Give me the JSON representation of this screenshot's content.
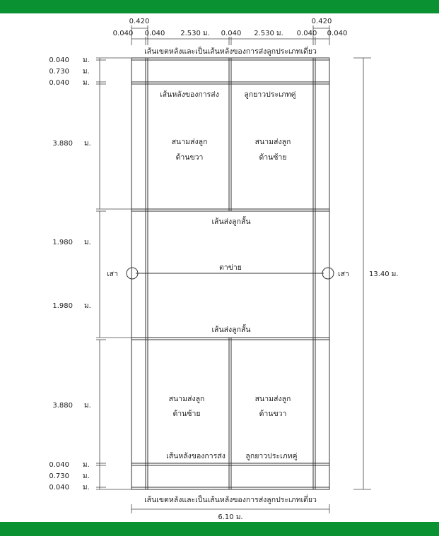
{
  "colors": {
    "band": "#0a9131",
    "line": "#333333",
    "text": "#222222",
    "background": "#ffffff"
  },
  "top_dims": {
    "row1": [
      "0.420",
      "0.420"
    ],
    "row2": [
      "0.040",
      "0.040",
      "2.530 ม.",
      "0.040",
      "2.530 ม.",
      "0.040",
      "0.040"
    ]
  },
  "left_dims": [
    {
      "value": "0.040",
      "unit": "ม."
    },
    {
      "value": "0.730",
      "unit": "ม."
    },
    {
      "value": "0.040",
      "unit": "ม."
    },
    {
      "value": "3.880",
      "unit": "ม."
    },
    {
      "value": "1.980",
      "unit": "ม."
    },
    {
      "value": "1.980",
      "unit": "ม."
    },
    {
      "value": "3.880",
      "unit": "ม."
    },
    {
      "value": "0.040",
      "unit": "ม."
    },
    {
      "value": "0.730",
      "unit": "ม."
    },
    {
      "value": "0.040",
      "unit": "ม."
    }
  ],
  "right_dim": "13.40 ม.",
  "bottom_dim": "6.10 ม.",
  "labels": {
    "back_boundary_top": "เส้นเขตหลังและเป็นเส้นหลังของการส่งลูกประเภทเดี่ยว",
    "back_boundary_bottom": "เส้นเขตหลังและเป็นเส้นหลังของการส่งลูกประเภทเดี่ยว",
    "doubles_long_service_top_a": "เส้นหลังของการส่ง",
    "doubles_long_service_top_b": "ลูกยาวประเภทคู่",
    "doubles_long_service_bottom_a": "เส้นหลังของการส่ง",
    "doubles_long_service_bottom_b": "ลูกยาวประเภทคู่",
    "short_service_top": "เส้นส่งลูกสั้น",
    "short_service_bottom": "เส้นส่งลูกสั้น",
    "net": "ตาข่าย",
    "post_left": "เสา",
    "post_right": "เสา",
    "top_left_court_1": "สนามส่งลูก",
    "top_left_court_2": "ด้านขวา",
    "top_right_court_1": "สนามส่งลูก",
    "top_right_court_2": "ด้านซ้าย",
    "bottom_left_court_1": "สนามส่งลูก",
    "bottom_left_court_2": "ด้านซ้าย",
    "bottom_right_court_1": "สนามส่งลูก",
    "bottom_right_court_2": "ด้านขวา"
  }
}
